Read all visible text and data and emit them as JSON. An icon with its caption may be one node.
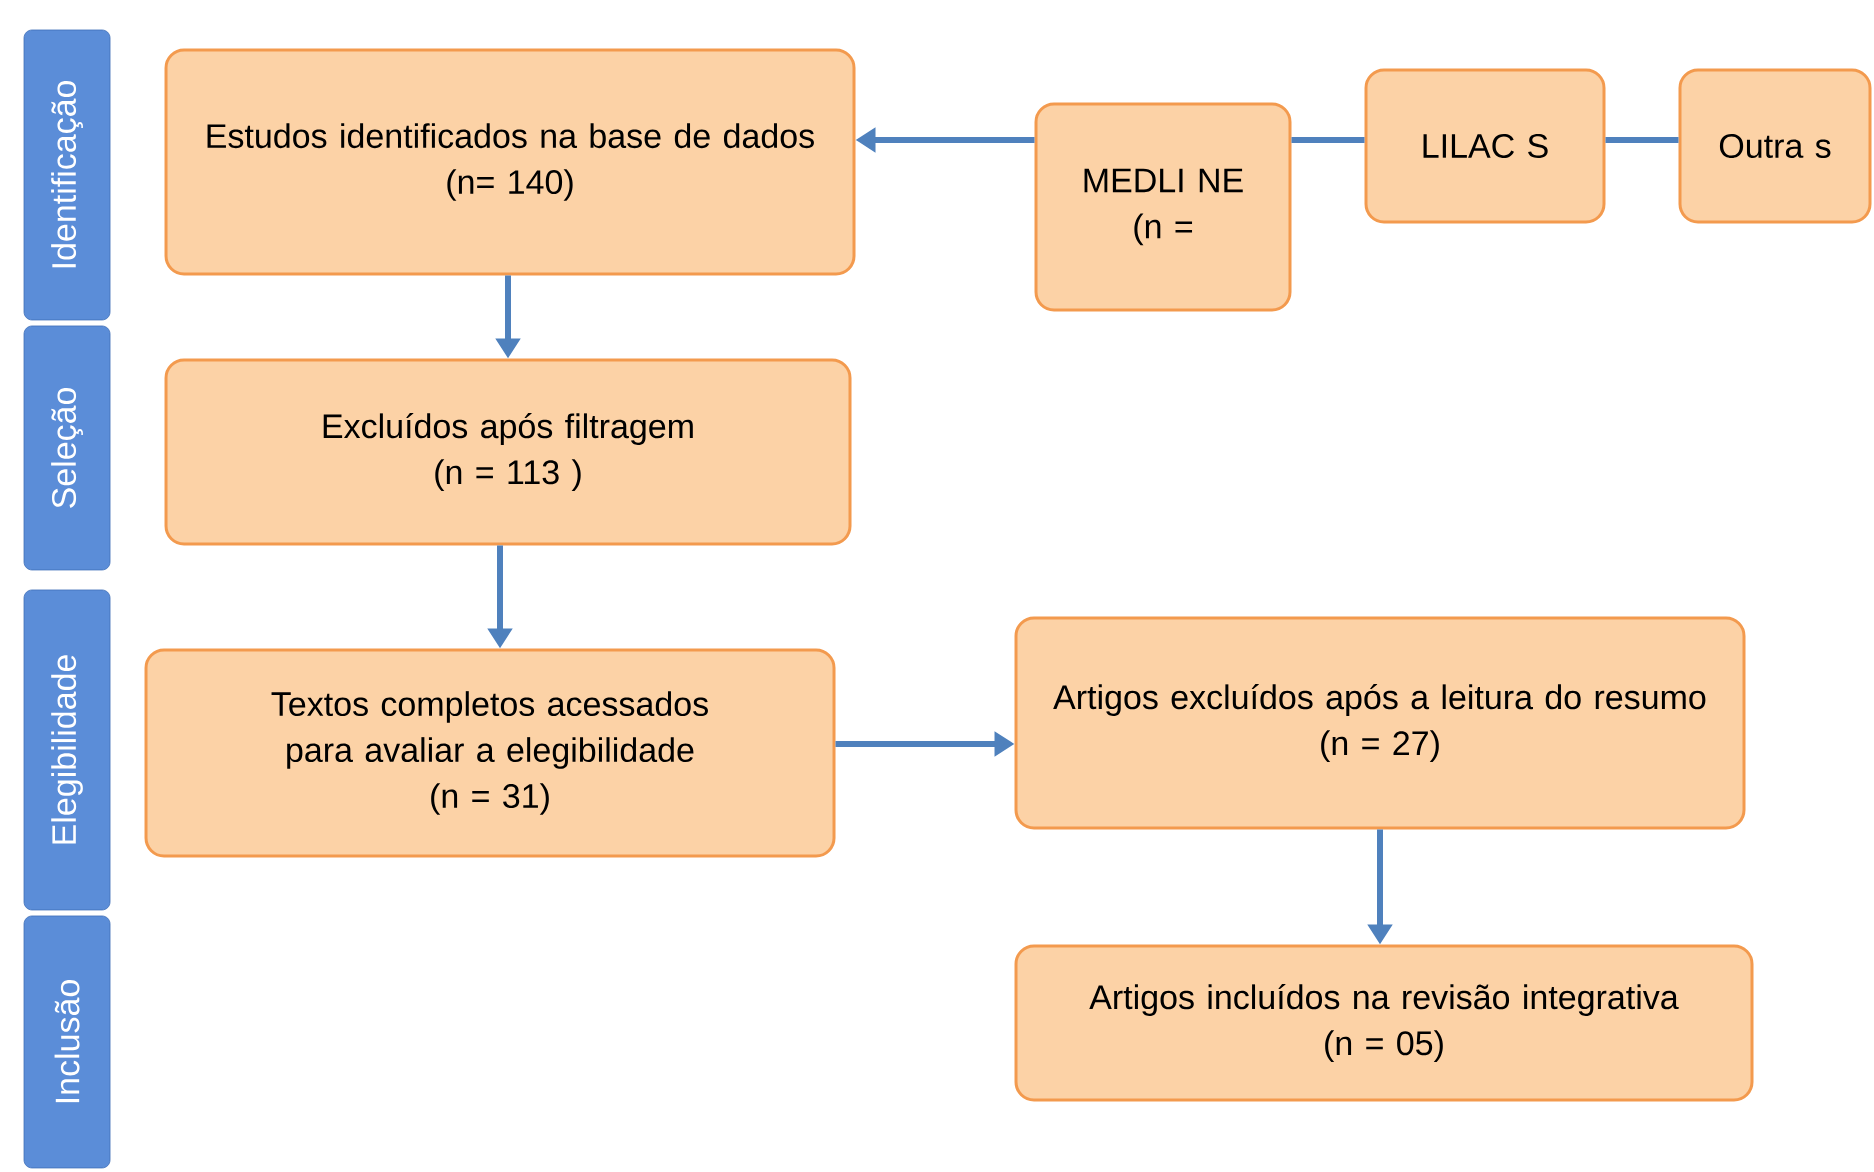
{
  "diagram": {
    "nodes": [
      {
        "text": [
          "Identificação"
        ]
      },
      {
        "text": [
          "Seleção"
        ]
      },
      {
        "text": [
          "Elegibilidade"
        ]
      },
      {
        "text": [
          "Inclusão"
        ]
      },
      {
        "text": [
          "Estudos identificados na base de dados",
          "(n= 140)"
        ]
      },
      {
        "text": [
          "MEDLI NE",
          "(n ="
        ]
      },
      {
        "text": [
          "LILAC S"
        ]
      },
      {
        "text": [
          "Outra s"
        ]
      },
      {
        "text": [
          "Excluídos após filtragem",
          "(n = 113 )"
        ]
      },
      {
        "text": [
          "Textos completos acessados para avaliar a elegibilidade",
          "(n = 31)"
        ]
      },
      {
        "text": [
          "Artigos excluídos após a leitura do resumo",
          "(n = 27)"
        ]
      },
      {
        "text": [
          "Artigos incluídos na revisão integrativa",
          "(n = 05)"
        ]
      }
    ],
    "edges": [
      {
        "from": 5,
        "to": 4,
        "arrow": "to"
      },
      {
        "from": 5,
        "to": 6,
        "arrow": "none"
      },
      {
        "from": 6,
        "to": 7,
        "arrow": "none"
      },
      {
        "from": 4,
        "to": 8,
        "arrow": "to"
      },
      {
        "from": 8,
        "to": 9,
        "arrow": "to"
      },
      {
        "from": 9,
        "to": 10,
        "arrow": "to"
      },
      {
        "from": 10,
        "to": 11,
        "arrow": "to"
      }
    ]
  }
}
